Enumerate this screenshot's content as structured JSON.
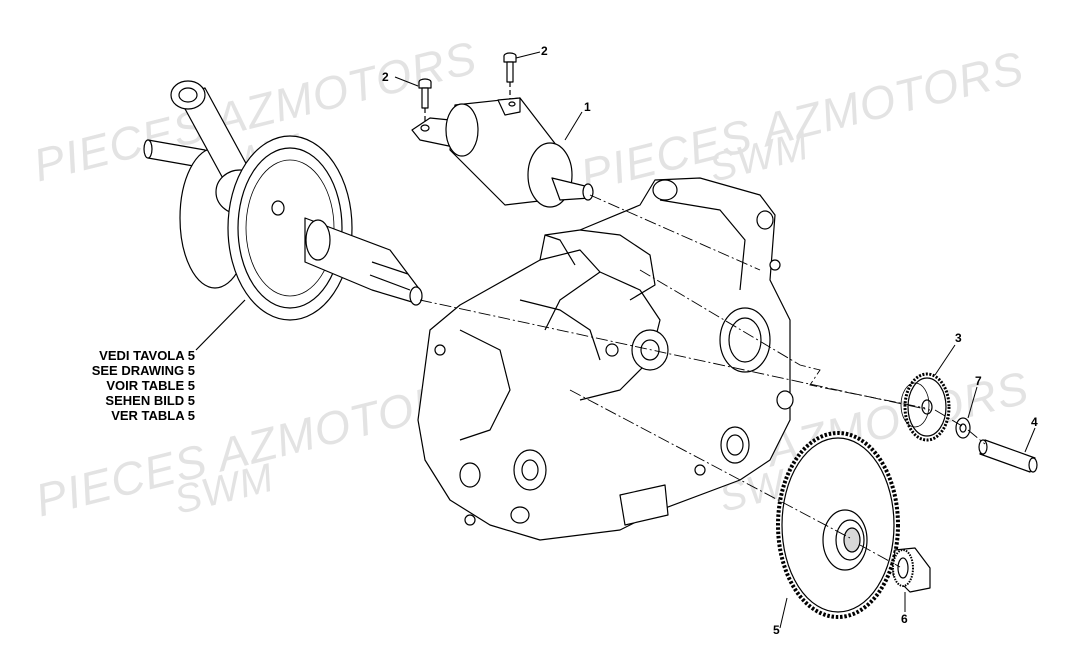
{
  "watermarks": {
    "line1": "PIECES AZMOTORS",
    "line2": "SWM"
  },
  "reference_note": {
    "lines": [
      "VEDI TAVOLA 5",
      "SEE DRAWING 5",
      "VOIR TABLE 5",
      "SEHEN BILD 5",
      "VER TABLA 5"
    ]
  },
  "callouts": {
    "c1": "1",
    "c2a": "2",
    "c2b": "2",
    "c3": "3",
    "c4": "4",
    "c5": "5",
    "c6": "6",
    "c7": "7"
  },
  "colors": {
    "line": "#000000",
    "watermark": "#e3e3e3",
    "part_fill": "#ffffff",
    "shade": "#d8d8d8"
  }
}
